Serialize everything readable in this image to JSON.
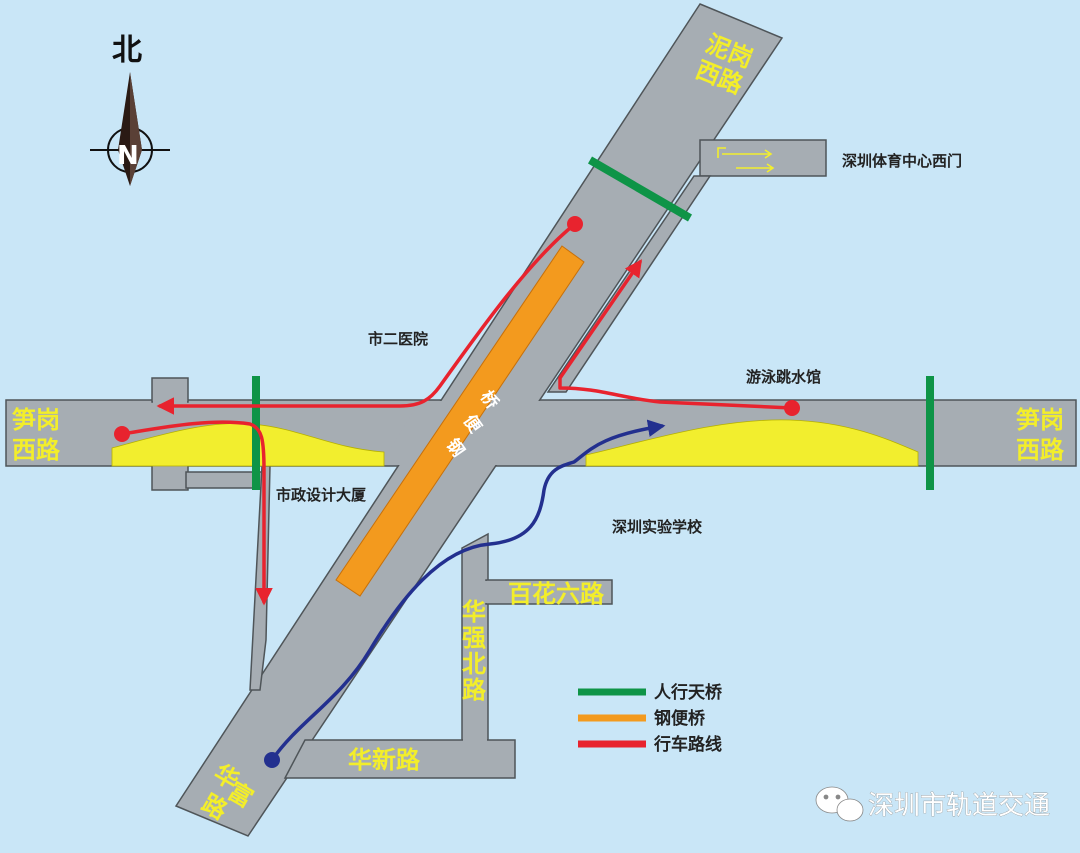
{
  "compass": {
    "north_label": "北",
    "n_letter": "N"
  },
  "roads": {
    "nigang_west_1": "泥岗",
    "nigang_west_2": "西路",
    "sungang_west_left_1": "笋岗",
    "sungang_west_left_2": "西路",
    "sungang_west_right_1": "笋岗",
    "sungang_west_right_2": "西路",
    "huafu_1": "华",
    "huafu_2": "富",
    "huafu_3": "路",
    "huaxin": "华新路",
    "baihua_6": "百花六路",
    "huaqiang_north": [
      "华",
      "强",
      "北",
      "路"
    ],
    "steel_bridge_chars": [
      "钢",
      "便",
      "桥"
    ]
  },
  "places": {
    "sports_center_west_gate": "深圳体育中心西门",
    "second_hospital": "市二医院",
    "swimming_diving_hall": "游泳跳水馆",
    "municipal_design_building": "市政设计大厦",
    "shenzhen_experimental_school": "深圳实验学校"
  },
  "legend": {
    "items": [
      {
        "label": "人行天桥",
        "color": "#0e9447"
      },
      {
        "label": "钢便桥",
        "color": "#f39a1e"
      },
      {
        "label": "行车路线",
        "color": "#e8232e"
      }
    ]
  },
  "colors": {
    "background": "#c9e6f7",
    "road": "#a6adb3",
    "road_edge": "#4f5559",
    "footbridge": "#0e9447",
    "steel_bridge": "#f39a1e",
    "route_red": "#e8232e",
    "route_blue": "#23308f",
    "work_zone": "#f2ee2e",
    "road_label": "#f3ee2a"
  },
  "watermark": {
    "text": "深圳市轨道交通"
  }
}
